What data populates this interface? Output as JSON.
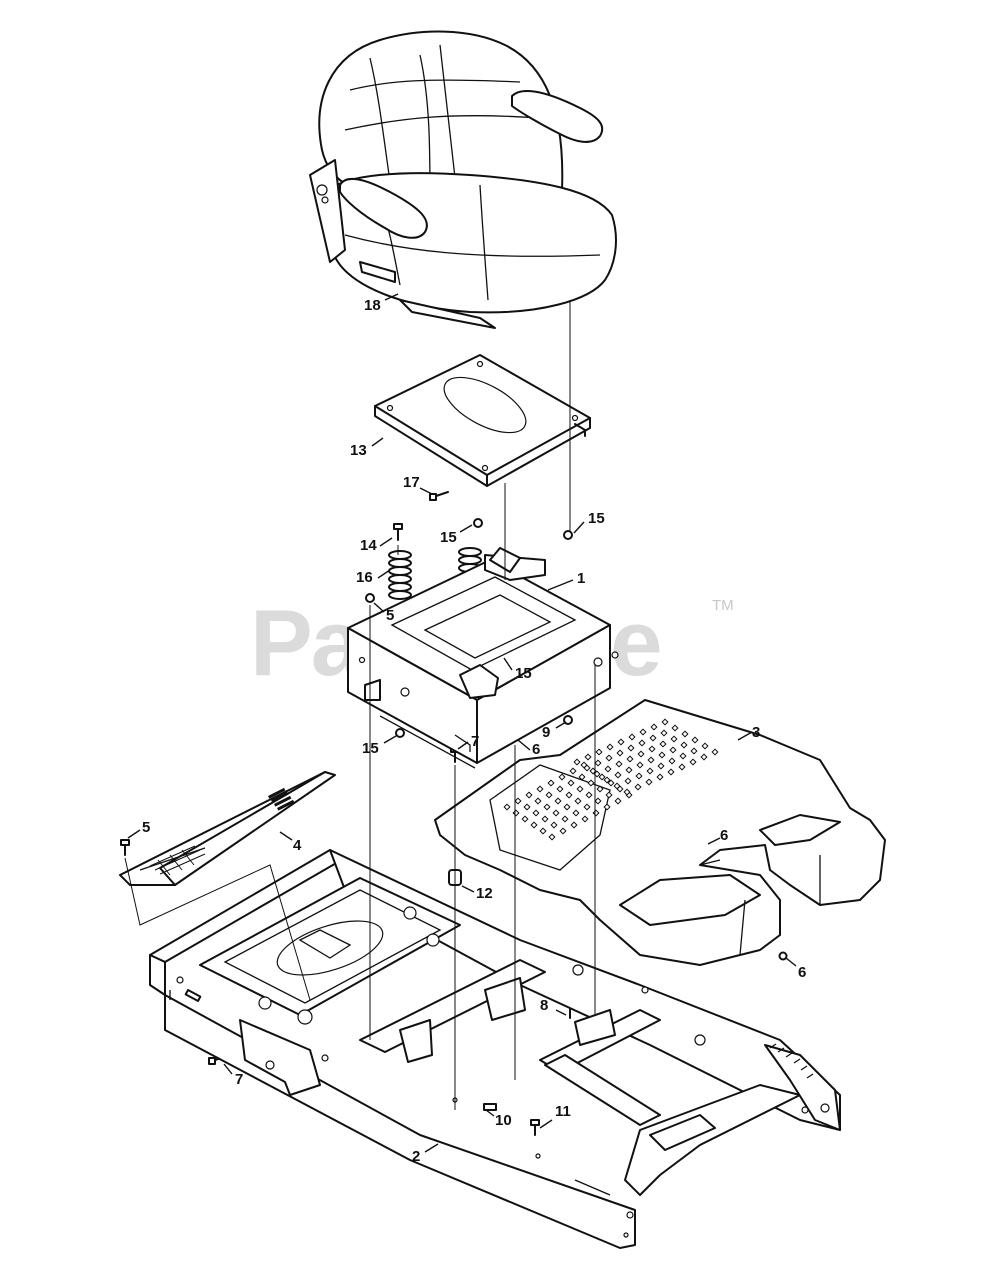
{
  "watermark": {
    "text": "PartsTree",
    "trademark": "TM"
  },
  "callouts": [
    {
      "id": "c18",
      "label": "18"
    },
    {
      "id": "c13",
      "label": "13"
    },
    {
      "id": "c17",
      "label": "17"
    },
    {
      "id": "c15a",
      "label": "15"
    },
    {
      "id": "c15b",
      "label": "15"
    },
    {
      "id": "c14",
      "label": "14"
    },
    {
      "id": "c16",
      "label": "16"
    },
    {
      "id": "c1",
      "label": "1"
    },
    {
      "id": "c5a",
      "label": "5"
    },
    {
      "id": "c15c",
      "label": "15"
    },
    {
      "id": "c9",
      "label": "9"
    },
    {
      "id": "c15d",
      "label": "15"
    },
    {
      "id": "c3",
      "label": "3"
    },
    {
      "id": "c6a",
      "label": "6"
    },
    {
      "id": "c7a",
      "label": "7"
    },
    {
      "id": "c5b",
      "label": "5"
    },
    {
      "id": "c4",
      "label": "4"
    },
    {
      "id": "c6b",
      "label": "6"
    },
    {
      "id": "c12",
      "label": "12"
    },
    {
      "id": "c6c",
      "label": "6"
    },
    {
      "id": "c8",
      "label": "8"
    },
    {
      "id": "c7b",
      "label": "7"
    },
    {
      "id": "c10",
      "label": "10"
    },
    {
      "id": "c11",
      "label": "11"
    },
    {
      "id": "c2",
      "label": "2"
    }
  ]
}
